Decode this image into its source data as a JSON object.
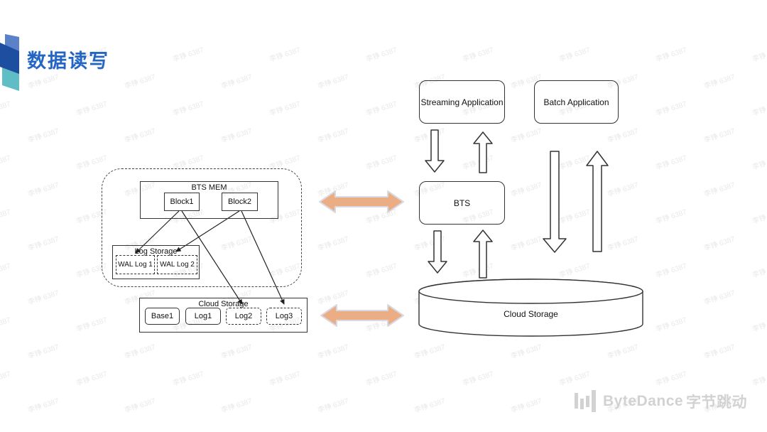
{
  "slide": {
    "title": "数据读写",
    "watermark_text": "李铮 6387"
  },
  "colors": {
    "title_blue": "#2366C4",
    "ribbon_light_blue": "#5B82C8",
    "ribbon_dark_blue": "#1D4FA1",
    "ribbon_teal": "#5FBDC5",
    "accent_arrow_fill": "#EBAD84",
    "accent_arrow_stroke": "#D9D9E3",
    "outline_stroke": "#333333",
    "logo_gray": "#D2D2D2"
  },
  "left_cluster": {
    "bts_mem": {
      "label": "BTS MEM",
      "blocks": [
        {
          "label": "Block1"
        },
        {
          "label": "Block2"
        }
      ]
    },
    "log_storage": {
      "label": "Log Storage",
      "logs": [
        {
          "label": "WAL Log 1"
        },
        {
          "label": "WAL Log 2"
        }
      ]
    },
    "cloud_storage": {
      "label": "Cloud Storage",
      "items": [
        {
          "label": "Base1",
          "border": "solid"
        },
        {
          "label": "Log1",
          "border": "solid"
        },
        {
          "label": "Log2",
          "border": "dashed"
        },
        {
          "label": "Log3",
          "border": "dashed"
        }
      ]
    }
  },
  "right_cluster": {
    "streaming_app_label": "Streaming Application",
    "batch_app_label": "Batch Application",
    "bts_label": "BTS",
    "cloud_storage_label": "Cloud Storage"
  },
  "footer": {
    "brand_en": "ByteDance",
    "brand_cn": "字节跳动"
  }
}
